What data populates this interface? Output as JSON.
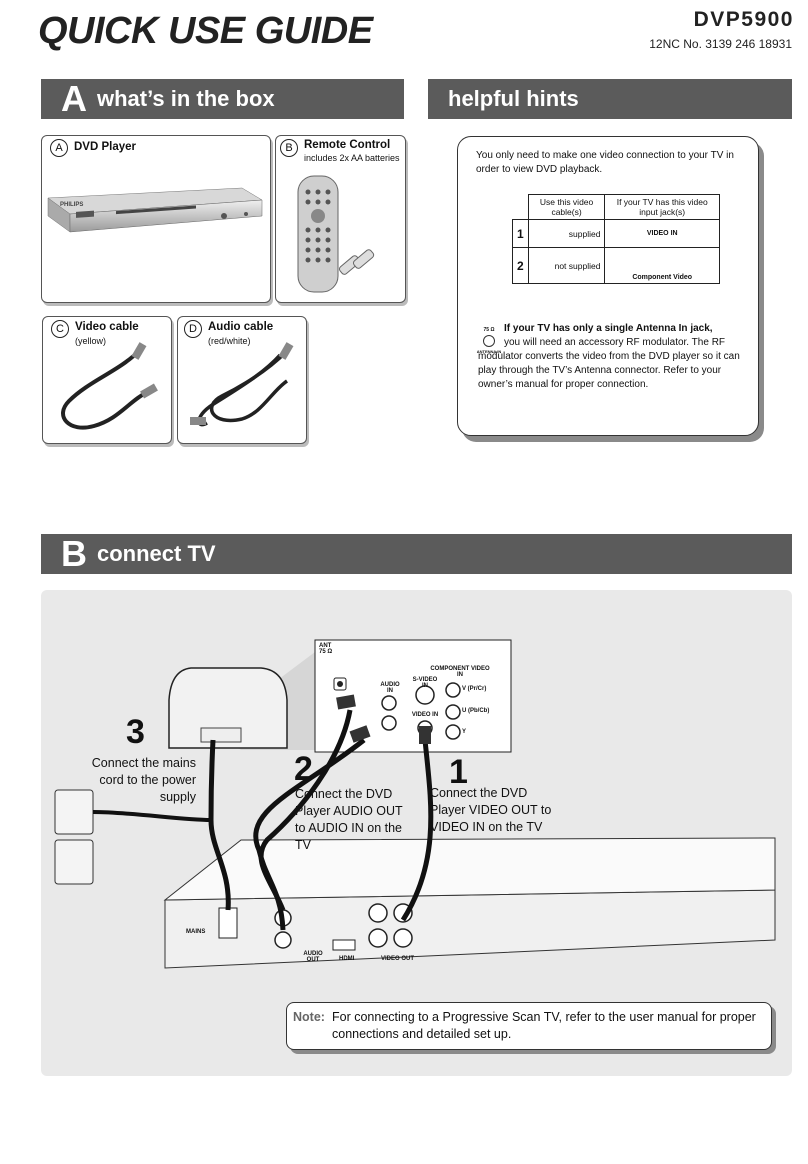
{
  "header": {
    "title": "QUICK USE GUIDE",
    "model": "DVP5900",
    "nc": "12NC No. 3139 246 18931"
  },
  "section_a": {
    "letter": "A",
    "title": "what’s in the box",
    "items": [
      {
        "letter": "A",
        "label": "DVD Player",
        "sub": ""
      },
      {
        "letter": "B",
        "label": "Remote Control",
        "sub": "includes 2x AA batteries"
      },
      {
        "letter": "C",
        "label": "Video cable",
        "sub": "(yellow)"
      },
      {
        "letter": "D",
        "label": "Audio cable",
        "sub": "(red/white)"
      }
    ],
    "player_brand": "PHILIPS"
  },
  "hints": {
    "title": "helpful hints",
    "intro": "You only need to make one video connection to your TV in order to view DVD playback.",
    "table": {
      "col1": "Use this video cable(s)",
      "col2": "If your TV has this video input jack(s)",
      "rows": [
        {
          "num": "1",
          "cable": "supplied",
          "jack": "VIDEO IN"
        },
        {
          "num": "2",
          "cable": "not supplied",
          "jack": "Component Video"
        }
      ]
    },
    "antenna_icon_top": "75 Ω",
    "antenna_icon_bottom": "ANTENNA IN",
    "antenna_bold": "If your TV has only a single Antenna In jack,",
    "antenna_text": "you will need an accessory RF modulator. The RF modulator converts the video from the DVD player so it can play through the TV’s Antenna connector. Refer to your owner’s manual for proper connection."
  },
  "section_b": {
    "letter": "B",
    "title": "connect TV",
    "steps": [
      {
        "num": "1",
        "text": "Connect the DVD Player VIDEO OUT to VIDEO IN on the TV"
      },
      {
        "num": "2",
        "text": "Connect the DVD Player AUDIO OUT to AUDIO IN on the TV"
      },
      {
        "num": "3",
        "text": "Connect the mains cord to the power supply"
      }
    ],
    "tv_panel": {
      "ant": "ANT",
      "ant_sub": "75 Ω",
      "audio_in": "AUDIO IN",
      "s_video_in": "S-VIDEO IN",
      "video_in": "VIDEO IN",
      "component": "COMPONENT VIDEO IN",
      "pr": "V (Pr/Cr)",
      "pb": "U (Pb/Cb)",
      "y": "Y"
    },
    "player_panel": {
      "mains": "MAINS",
      "audio_out": "AUDIO OUT",
      "hdmi": "HDMI",
      "video_out": "VIDEO OUT"
    },
    "note_label": "Note:",
    "note_text": "For connecting to a Progressive Scan TV, refer to the user manual for proper connections and detailed set up."
  }
}
